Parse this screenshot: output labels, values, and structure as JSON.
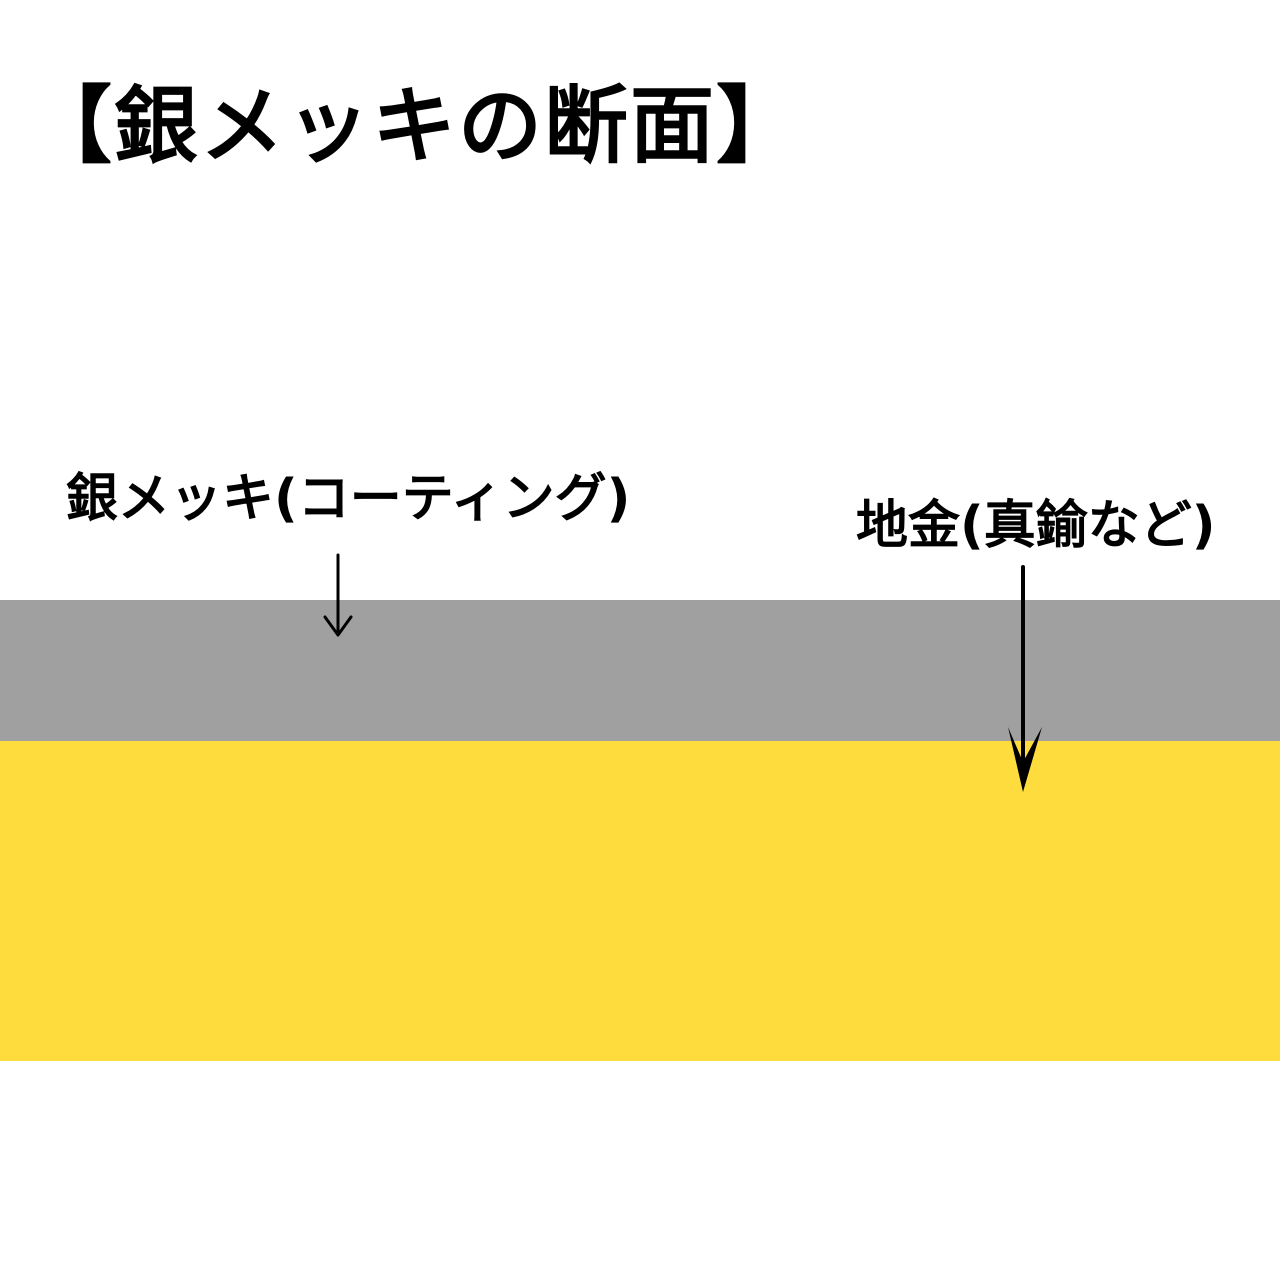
{
  "diagram": {
    "title": "【銀メッキの断面】",
    "labels": {
      "plating": "銀メッキ(コーティング)",
      "base_metal": "地金(真鍮など)"
    },
    "colors": {
      "silver_layer": "#a0a0a0",
      "brass_layer": "#ffdc3e",
      "background": "#ffffff",
      "text": "#000000"
    }
  }
}
